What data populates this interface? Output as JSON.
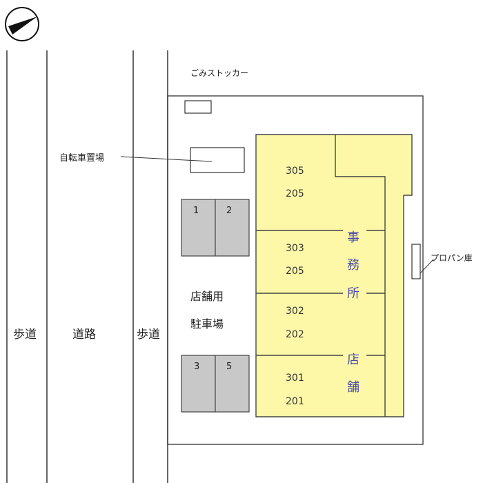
{
  "map": {
    "labels": {
      "sidewalk_left": "歩道",
      "road": "道路",
      "sidewalk_right": "歩道",
      "garbage": "ごみストッカー",
      "bicycle": "自転車置場",
      "parking_line1": "店舗用",
      "parking_line2": "駐車場",
      "propane": "プロパン庫"
    },
    "parking_spaces": [
      "1",
      "2",
      "3",
      "5"
    ],
    "units": [
      "305",
      "205",
      "303",
      "205",
      "302",
      "202",
      "301",
      "201"
    ],
    "office_chars": [
      "事",
      "務",
      "所"
    ],
    "shop_chars": [
      "店",
      "舗"
    ],
    "colors": {
      "building_fill": "#fdf8a8",
      "parking_fill": "#c8c8c8",
      "line": "#333333",
      "label_blue": "#4a4aa8"
    }
  }
}
